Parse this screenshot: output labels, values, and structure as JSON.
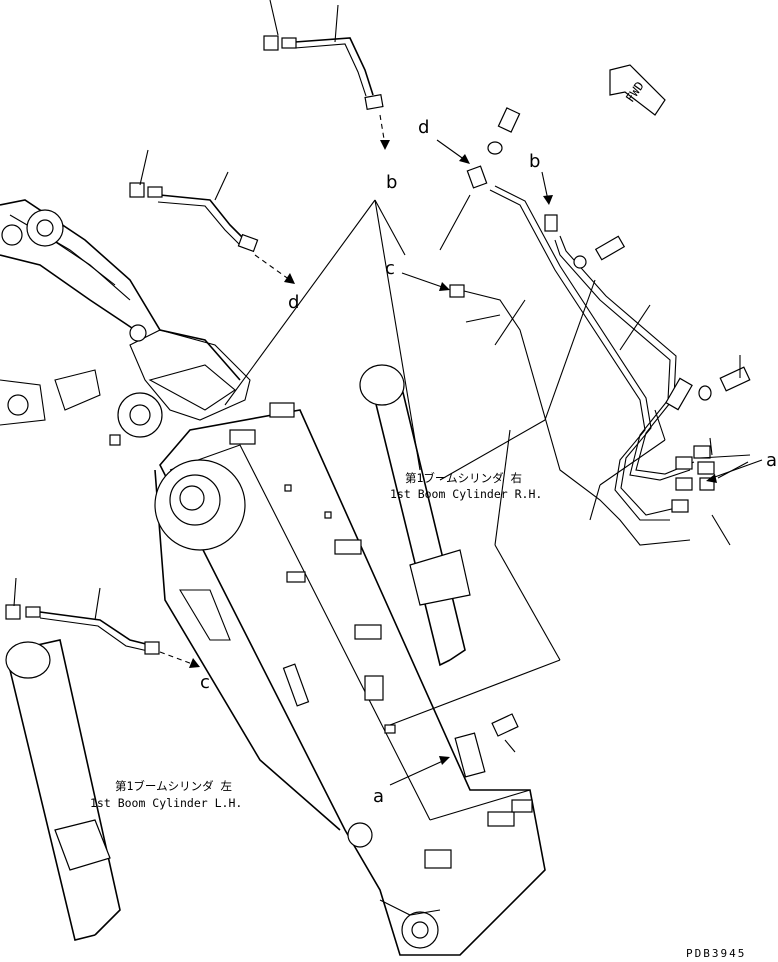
{
  "callouts": {
    "a": "a",
    "b": "b",
    "c": "c",
    "d": "d"
  },
  "cylinder_right": {
    "jp": "第1ブームシリンダ 右",
    "en": "1st Boom Cylinder R.H."
  },
  "cylinder_left": {
    "jp": "第1ブームシリンダ 左",
    "en": "1st Boom Cylinder L.H."
  },
  "fwd_label": "FWD",
  "drawing_code": "PDB3945"
}
